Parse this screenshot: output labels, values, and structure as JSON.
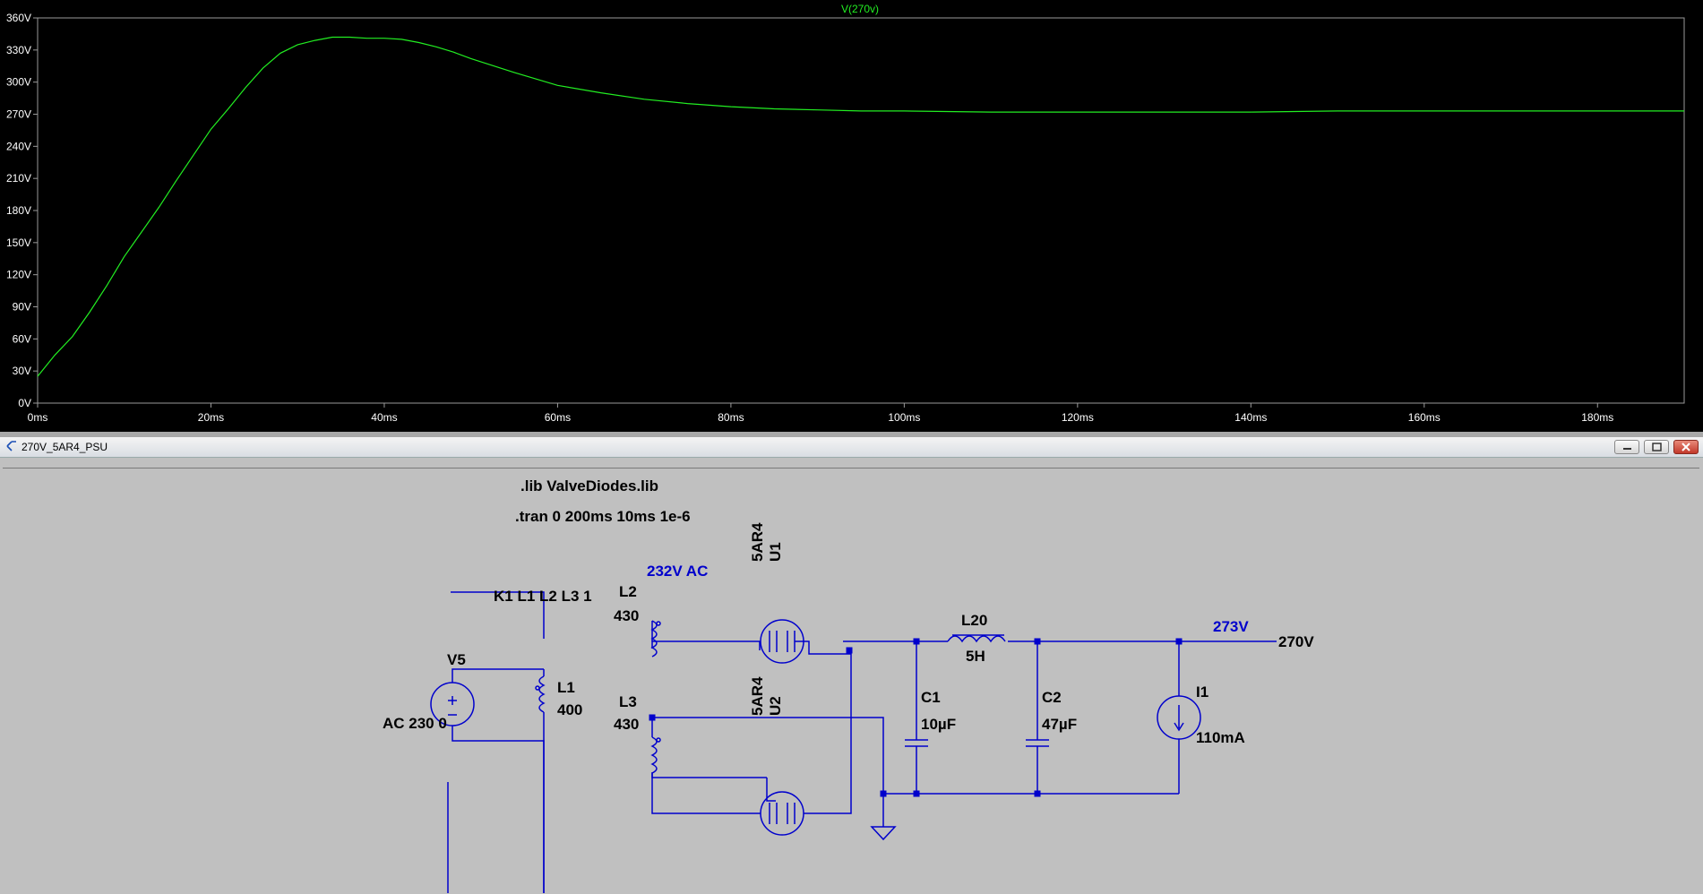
{
  "plot": {
    "trace_name": "V(270v)",
    "trace_color": "#22ee22",
    "label_color": "#ffffff",
    "chart_data": {
      "type": "line",
      "title": "V(270v)",
      "xlabel": "",
      "ylabel": "",
      "xlim": [
        0,
        190
      ],
      "ylim": [
        0,
        360
      ],
      "x_unit": "ms",
      "y_unit": "V",
      "x_ticks": [
        "0ms",
        "20ms",
        "40ms",
        "60ms",
        "80ms",
        "100ms",
        "120ms",
        "140ms",
        "160ms",
        "180ms"
      ],
      "y_ticks": [
        "0V",
        "30V",
        "60V",
        "90V",
        "120V",
        "150V",
        "180V",
        "210V",
        "240V",
        "270V",
        "300V",
        "330V",
        "360V"
      ],
      "grid": false,
      "series": [
        {
          "name": "V(270v)",
          "x": [
            0,
            2,
            4,
            6,
            8,
            10,
            12,
            14,
            16,
            18,
            20,
            22,
            24,
            26,
            28,
            30,
            32,
            34,
            36,
            38,
            40,
            42,
            44,
            46,
            48,
            50,
            55,
            60,
            65,
            70,
            75,
            80,
            85,
            90,
            95,
            100,
            110,
            120,
            130,
            140,
            150,
            160,
            170,
            180,
            190
          ],
          "y": [
            25,
            45,
            62,
            85,
            110,
            137,
            160,
            183,
            208,
            232,
            256,
            275,
            295,
            313,
            327,
            335,
            339,
            342,
            342,
            341,
            341,
            340,
            337,
            333,
            328,
            322,
            309,
            297,
            290,
            284,
            280,
            277,
            275,
            274,
            273,
            273,
            272,
            272,
            272,
            272,
            273,
            273,
            273,
            273,
            273
          ]
        }
      ]
    }
  },
  "window": {
    "title": "270V_5AR4_PSU",
    "buttons": [
      "minimize",
      "maximize",
      "close"
    ]
  },
  "schematic": {
    "wire_color": "#0000cc",
    "label_color": "#000000",
    "netlabel_color": "#0000cc",
    "directives": [
      ".lib ValveDiodes.lib",
      ".tran 0 200ms 10ms 1e-6"
    ],
    "coupling": "K1 L1 L2 L3 1",
    "components": {
      "V5": {
        "name": "V5",
        "value": "AC 230 0"
      },
      "L1": {
        "name": "L1",
        "value": "400"
      },
      "L2": {
        "name": "L2",
        "value": "430"
      },
      "L3": {
        "name": "L3",
        "value": "430"
      },
      "U1": {
        "name": "U1",
        "value": "5AR4"
      },
      "U2": {
        "name": "U2",
        "value": "5AR4"
      },
      "C1": {
        "name": "C1",
        "value": "10µF"
      },
      "C2": {
        "name": "C2",
        "value": "47µF"
      },
      "L20": {
        "name": "L20",
        "value": "5H"
      },
      "I1": {
        "name": "I1",
        "value": "110mA"
      }
    },
    "net_readouts": {
      "ac_secondary": "232V AC",
      "output": "273V"
    },
    "output_label": "270V"
  }
}
